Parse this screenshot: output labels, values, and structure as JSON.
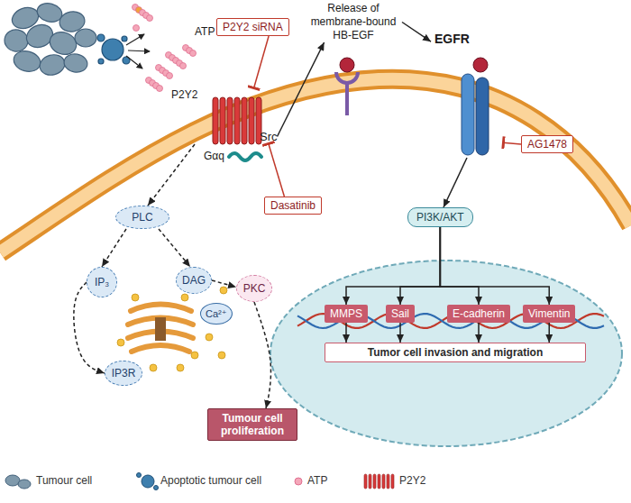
{
  "diagram": {
    "nodes": [
      {
        "text": [
          "P2Y2 siRNA"
        ]
      },
      {
        "text": [
          "Release of membrane-bound HB-EGF"
        ]
      },
      {
        "text": [
          "EGFR"
        ]
      },
      {
        "text": [
          "P2Y2"
        ]
      },
      {
        "text": [
          "Src"
        ]
      },
      {
        "text": [
          "AG1478"
        ]
      },
      {
        "text": [
          "Dasatinib"
        ]
      },
      {
        "text": [
          "PLC"
        ]
      },
      {
        "text": [
          "PI3K/AKT"
        ]
      },
      {
        "text": [
          "IP₃"
        ]
      },
      {
        "text": [
          "DAG"
        ]
      },
      {
        "text": [
          "PKC"
        ]
      },
      {
        "text": [
          "Ca²⁺"
        ]
      },
      {
        "text": [
          "MMPS"
        ]
      },
      {
        "text": [
          "Sail"
        ]
      },
      {
        "text": [
          "E-cadherin"
        ]
      },
      {
        "text": [
          "Vimentin"
        ]
      },
      {
        "text": [
          "Tumor cell invasion and migration"
        ]
      },
      {
        "text": [
          "IP3R"
        ]
      },
      {
        "text": [
          "Tumour cell proliferation"
        ]
      }
    ],
    "edges": [
      {
        "from": 0,
        "to": 3,
        "arrow": "none"
      },
      {
        "from": 6,
        "to": 4,
        "arrow": "none"
      },
      {
        "from": 5,
        "to": 2,
        "arrow": "none"
      },
      {
        "from": 4,
        "to": 1,
        "arrow": "to"
      },
      {
        "from": 1,
        "to": 2,
        "arrow": "to"
      },
      {
        "from": 2,
        "to": 8,
        "arrow": "to"
      },
      {
        "from": 3,
        "to": 7,
        "arrow": "to"
      },
      {
        "from": 7,
        "to": 9,
        "arrow": "to"
      },
      {
        "from": 7,
        "to": 10,
        "arrow": "to"
      },
      {
        "from": 9,
        "to": 18,
        "arrow": "to"
      },
      {
        "from": 10,
        "to": 11,
        "arrow": "to"
      },
      {
        "from": 11,
        "to": 19,
        "arrow": "to"
      },
      {
        "from": 8,
        "to": 13,
        "arrow": "to"
      },
      {
        "from": 8,
        "to": 14,
        "arrow": "to"
      },
      {
        "from": 8,
        "to": 15,
        "arrow": "to"
      },
      {
        "from": 8,
        "to": 16,
        "arrow": "to"
      },
      {
        "from": 13,
        "to": 17,
        "arrow": "to"
      },
      {
        "from": 14,
        "to": 17,
        "arrow": "to"
      },
      {
        "from": 15,
        "to": 17,
        "arrow": "to"
      },
      {
        "from": 16,
        "to": 17,
        "arrow": "to"
      }
    ],
    "labels": [
      "ATP",
      "Gαq"
    ],
    "legend": [
      {
        "text": "Tumour cell"
      },
      {
        "text": "Apoptotic tumour cell"
      },
      {
        "text": "ATP"
      },
      {
        "text": "P2Y2"
      }
    ]
  }
}
